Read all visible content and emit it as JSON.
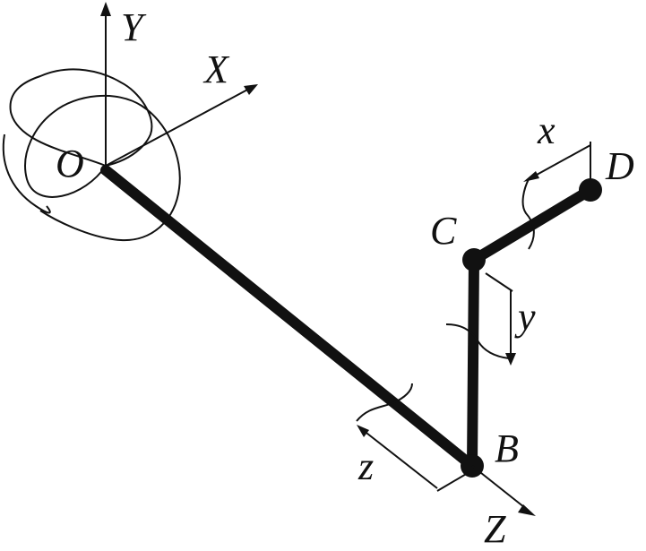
{
  "labels": {
    "Y": "Y",
    "X": "X",
    "O": "O",
    "C": "C",
    "D": "D",
    "B": "B",
    "Z": "Z",
    "x": "x",
    "y": "y",
    "z": "z"
  },
  "colors": {
    "ink": "#111111",
    "background": "#ffffff"
  }
}
